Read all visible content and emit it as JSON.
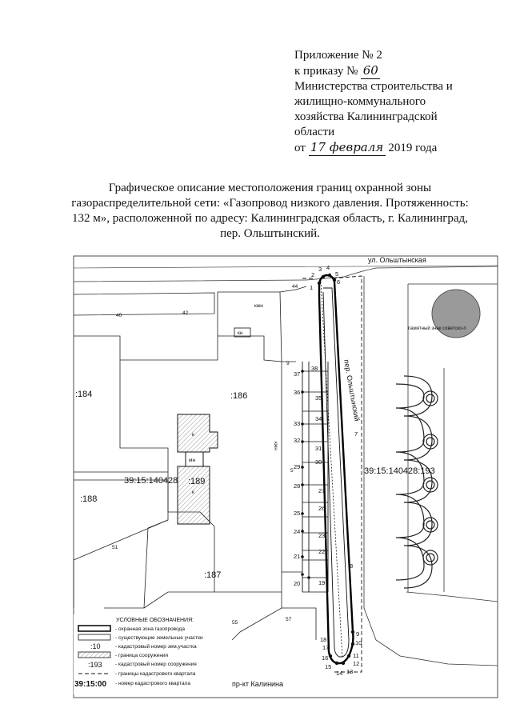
{
  "header": {
    "line1": "Приложение № 2",
    "line2_prefix": "к приказу №",
    "order_no": "60",
    "line3": "Министерства строительства и",
    "line4": "жилищно-коммунального",
    "line5": "хозяйства Калининградской",
    "line6": "области",
    "date_prefix": "от",
    "date_handwritten": "17 февраля",
    "date_suffix": "2019 года"
  },
  "title": {
    "line1": "Графическое описание местоположения границ охранной зоны",
    "line2": "газораспределительной сети: «Газопровод низкого давления. Протяженность:",
    "line3": "132 м», расположенной по адресу: Калининградская область, г. Калининград,",
    "line4": "пер. Ольштынский."
  },
  "map": {
    "streets": {
      "olshtynskaya": "ул. Ольштынская",
      "pereulok": "пер. Ольштынский",
      "kalinina": "пр-кт Калинина"
    },
    "parcels": {
      "p184": ":184",
      "p186": ":186",
      "p188": ":188",
      "p187": ":187",
      "p189": ":189",
      "quarter_a": "39:15:140428",
      "quarter_b": "39:15:140428:193"
    },
    "monument": "памятный знак советско-п",
    "small_labels": {
      "n40": "40",
      "n42": "42",
      "n44": "44",
      "n9": "9",
      "n5": "5",
      "n51": "51",
      "n55": "55",
      "n57": "57",
      "kzhn1": "кжн",
      "kzhn2": "кжн",
      "kn": "кн",
      "k1": "к",
      "k2": "к",
      "mn": "мн"
    },
    "points": {
      "p1": "1",
      "p2": "2",
      "p3": "3",
      "p4": "4",
      "p5": "5",
      "p6": "6",
      "p7": "7",
      "p8": "8",
      "p9": "9",
      "p10": "10",
      "p11": "11",
      "p12": "12",
      "p13": "13",
      "p14": "14",
      "p15": "15",
      "p16": "16",
      "p17": "17",
      "p18": "18",
      "p19": "19",
      "p20": "20",
      "p21": "21",
      "p22": "22",
      "p23": "23",
      "p24": "24",
      "p25": "25",
      "p26": "26",
      "p27": "27",
      "p28": "28",
      "p29": "29",
      "p30": "30",
      "p31": "31",
      "p32": "32",
      "p33": "33",
      "p34": "34",
      "p35": "35",
      "p36": "36",
      "p37": "37",
      "p38": "38"
    }
  },
  "legend": {
    "title": "УСЛОВНЫЕ ОБОЗНАЧЕНИЯ:",
    "items": [
      "- охранная зона газопровода",
      "- существующие земельные участки",
      "- кадастровый номер зем.участка",
      "- граница сооружения",
      "- кадастровый номер сооружения",
      "- границы кадастрового квартала",
      "- номер кадастрового квартала"
    ],
    "sample_parcel": ":10",
    "sample_structure": ":193",
    "sample_quarter": "39:15:00"
  }
}
